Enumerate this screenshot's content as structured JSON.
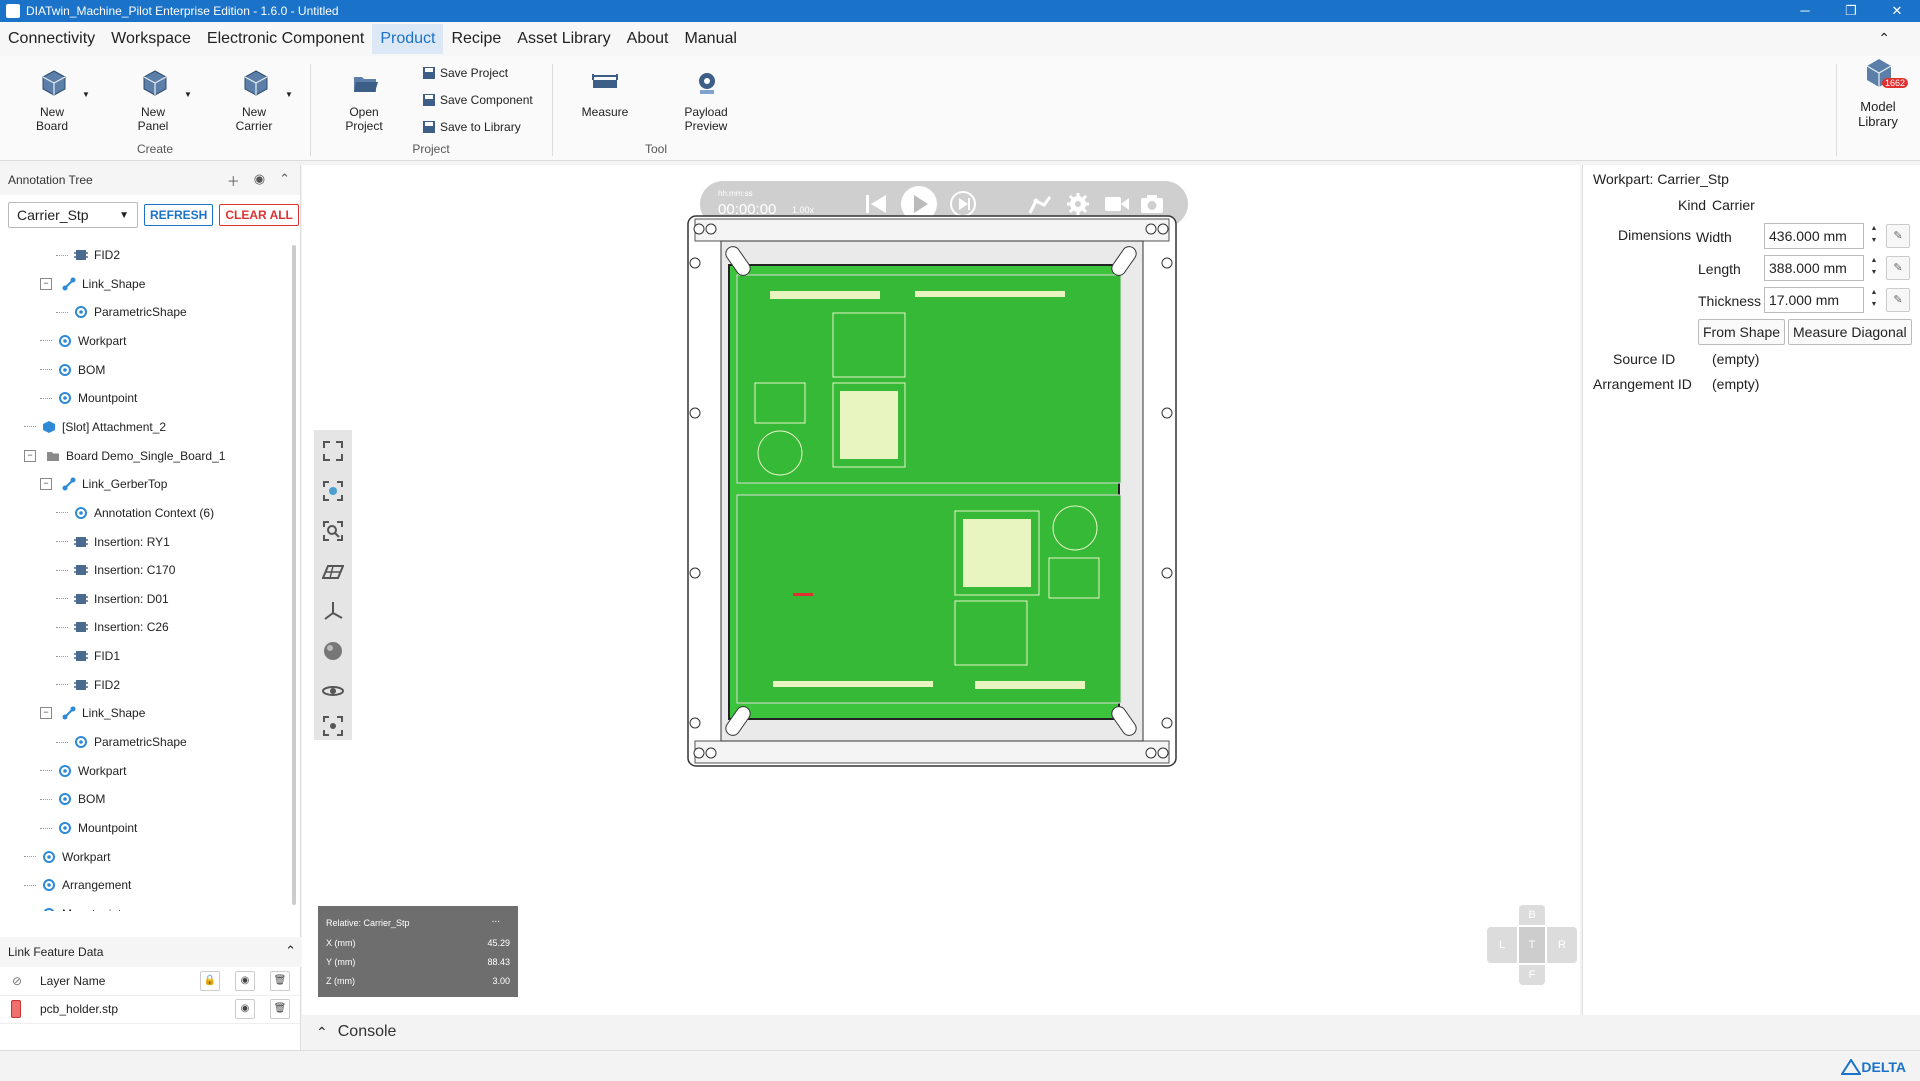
{
  "window": {
    "title": "DIATwin_Machine_Pilot Enterprise Edition - 1.6.0 - Untitled",
    "controls": {
      "minimize": "─",
      "restore": "❐",
      "close": "✕"
    }
  },
  "menu": {
    "items": [
      "Connectivity",
      "Workspace",
      "Electronic Component",
      "Product",
      "Recipe",
      "Asset Library",
      "About",
      "Manual"
    ],
    "active": "Product"
  },
  "ribbon": {
    "create": {
      "label": "Create",
      "new_board": "New Board",
      "new_panel": "New Panel",
      "new_carrier": "New Carrier"
    },
    "project": {
      "label": "Project",
      "open_project": "Open Project",
      "save_project": "Save Project",
      "save_component": "Save Component",
      "save_to_library": "Save to Library"
    },
    "tool": {
      "label": "Tool",
      "measure": "Measure",
      "payload_preview": "Payload Preview"
    },
    "model_library": {
      "label": "Model Library",
      "badge": "1662"
    }
  },
  "annotation_tree": {
    "title": "Annotation Tree",
    "selected": "Carrier_Stp",
    "refresh": "REFRESH",
    "clear_all": "CLEAR ALL",
    "nodes": [
      {
        "label": "FID2",
        "indent": 3,
        "icon": "component",
        "toggle": ""
      },
      {
        "label": "Link_Shape",
        "indent": 2,
        "icon": "link",
        "toggle": "−"
      },
      {
        "label": "ParametricShape",
        "indent": 3,
        "icon": "gear",
        "toggle": ""
      },
      {
        "label": "Workpart",
        "indent": 2,
        "icon": "gear",
        "toggle": ""
      },
      {
        "label": "BOM",
        "indent": 2,
        "icon": "gear",
        "toggle": ""
      },
      {
        "label": "Mountpoint",
        "indent": 2,
        "icon": "gear",
        "toggle": ""
      },
      {
        "label": "[Slot] Attachment_2",
        "indent": 1,
        "icon": "cube",
        "toggle": ""
      },
      {
        "label": "Board  Demo_Single_Board_1",
        "indent": 1,
        "icon": "folder",
        "toggle": "−"
      },
      {
        "label": "Link_GerberTop",
        "indent": 2,
        "icon": "link",
        "toggle": "−"
      },
      {
        "label": "Annotation Context (6)",
        "indent": 3,
        "icon": "gear",
        "toggle": ""
      },
      {
        "label": "Insertion: RY1",
        "indent": 3,
        "icon": "component",
        "toggle": ""
      },
      {
        "label": "Insertion: C170",
        "indent": 3,
        "icon": "component",
        "toggle": ""
      },
      {
        "label": "Insertion: D01",
        "indent": 3,
        "icon": "component",
        "toggle": ""
      },
      {
        "label": "Insertion: C26",
        "indent": 3,
        "icon": "component",
        "toggle": ""
      },
      {
        "label": "FID1",
        "indent": 3,
        "icon": "component",
        "toggle": ""
      },
      {
        "label": "FID2",
        "indent": 3,
        "icon": "component",
        "toggle": ""
      },
      {
        "label": "Link_Shape",
        "indent": 2,
        "icon": "link",
        "toggle": "−"
      },
      {
        "label": "ParametricShape",
        "indent": 3,
        "icon": "gear",
        "toggle": ""
      },
      {
        "label": "Workpart",
        "indent": 2,
        "icon": "gear",
        "toggle": ""
      },
      {
        "label": "BOM",
        "indent": 2,
        "icon": "gear",
        "toggle": ""
      },
      {
        "label": "Mountpoint",
        "indent": 2,
        "icon": "gear",
        "toggle": ""
      },
      {
        "label": "Workpart",
        "indent": 1,
        "icon": "gear",
        "toggle": ""
      },
      {
        "label": "Arrangement",
        "indent": 1,
        "icon": "gear",
        "toggle": ""
      },
      {
        "label": "Mountpoint",
        "indent": 1,
        "icon": "gear",
        "toggle": ""
      }
    ]
  },
  "link_feature_data": {
    "title": "Link Feature Data",
    "header": "Layer Name",
    "rows": [
      {
        "name": "pcb_holder.stp",
        "color": "#e05050"
      }
    ]
  },
  "playback": {
    "format": "hh:mm:ss",
    "time": "00:00:00",
    "speed": "1.00x"
  },
  "coords": {
    "title": "Relative: Carrier_Stp",
    "menu": "...",
    "x_label": "X (mm)",
    "x": "45.29",
    "y_label": "Y (mm)",
    "y": "88.43",
    "z_label": "Z (mm)",
    "z": "3.00"
  },
  "nav_cube": {
    "top": "T",
    "back": "B",
    "front": "F",
    "left": "L",
    "right": "R"
  },
  "console": {
    "label": "Console"
  },
  "workpart": {
    "title": "Workpart: Carrier_Stp",
    "kind_label": "Kind",
    "kind": "Carrier",
    "dimensions_label": "Dimensions",
    "width_label": "Width",
    "width": "436.000 mm",
    "length_label": "Length",
    "length": "388.000 mm",
    "thickness_label": "Thickness",
    "thickness": "17.000 mm",
    "from_shape": "From Shape",
    "measure_diagonal": "Measure Diagonal",
    "source_id_label": "Source ID",
    "source_id": "(empty)",
    "arrangement_id_label": "Arrangement ID",
    "arrangement_id": "(empty)"
  },
  "status": {
    "logo": "DELTA"
  },
  "colors": {
    "accent": "#1a73c8",
    "pcb": "#3cc43c",
    "danger": "#dd3333"
  }
}
